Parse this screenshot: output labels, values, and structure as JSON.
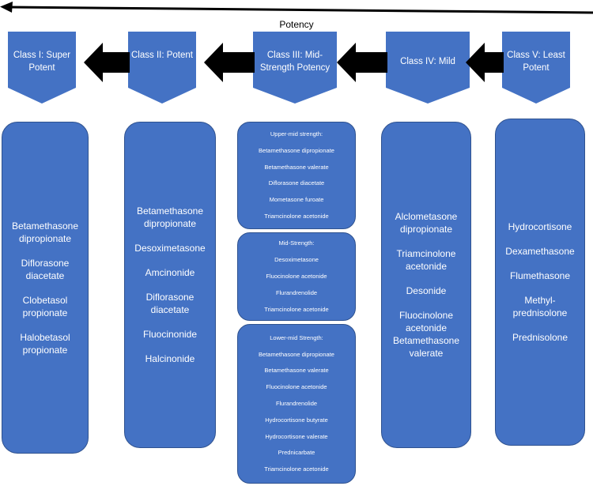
{
  "header": {
    "potency_label": "Potency"
  },
  "classes": [
    {
      "label": "Class I: Super Potent"
    },
    {
      "label": "Class II: Potent"
    },
    {
      "label": "Class III: Mid-Strength Potency"
    },
    {
      "label": "Class IV: Mild"
    },
    {
      "label": "Class V: Least Potent"
    }
  ],
  "columns": {
    "class1": [
      "Betamethasone dipropionate",
      "Diflorasone diacetate",
      "Clobetasol propionate",
      "Halobetasol propionate"
    ],
    "class2": [
      "Betamethasone dipropionate",
      "Desoximetasone",
      "Amcinonide",
      "Diflorasone diacetate",
      "Fluocinonide",
      "Halcinonide"
    ],
    "class3_upper": {
      "title": "Upper-mid strength:",
      "items": [
        "Betamethasone dipropionate",
        "Betamethasone valerate",
        "Diflorasone diacetate",
        "Mometasone furoate",
        "Triamcinolone acetonide"
      ]
    },
    "class3_mid": {
      "title": "Mid-Strength:",
      "items": [
        "Desoximetasone",
        "Fluocinolone acetonide",
        "Flurandrenolide",
        "Triamcinolone acetonide"
      ]
    },
    "class3_lower": {
      "title": "Lower-mid Strength:",
      "items": [
        "Betamethasone dipropionate",
        "Betamethasone valerate",
        "Fluocinolone acetonide",
        "Flurandrenolide",
        "Hydrocortisone butyrate",
        "Hydrocortisone valerate",
        "Prednicarbate",
        "Triamcinolone acetonide"
      ]
    },
    "class4": [
      "Alclometasone dipropionate",
      "Triamcinolone acetonide",
      "Desonide",
      "Fluocinolone acetonide Betamethasone valerate"
    ],
    "class5": [
      "Hydrocortisone",
      "Dexamethasone",
      "Flumethasone",
      "Methyl-prednisolone",
      "Prednisolone"
    ]
  },
  "colors": {
    "box_fill": "#4472c4",
    "box_border": "#2f528f",
    "arrow": "#000000",
    "text": "#ffffff"
  }
}
